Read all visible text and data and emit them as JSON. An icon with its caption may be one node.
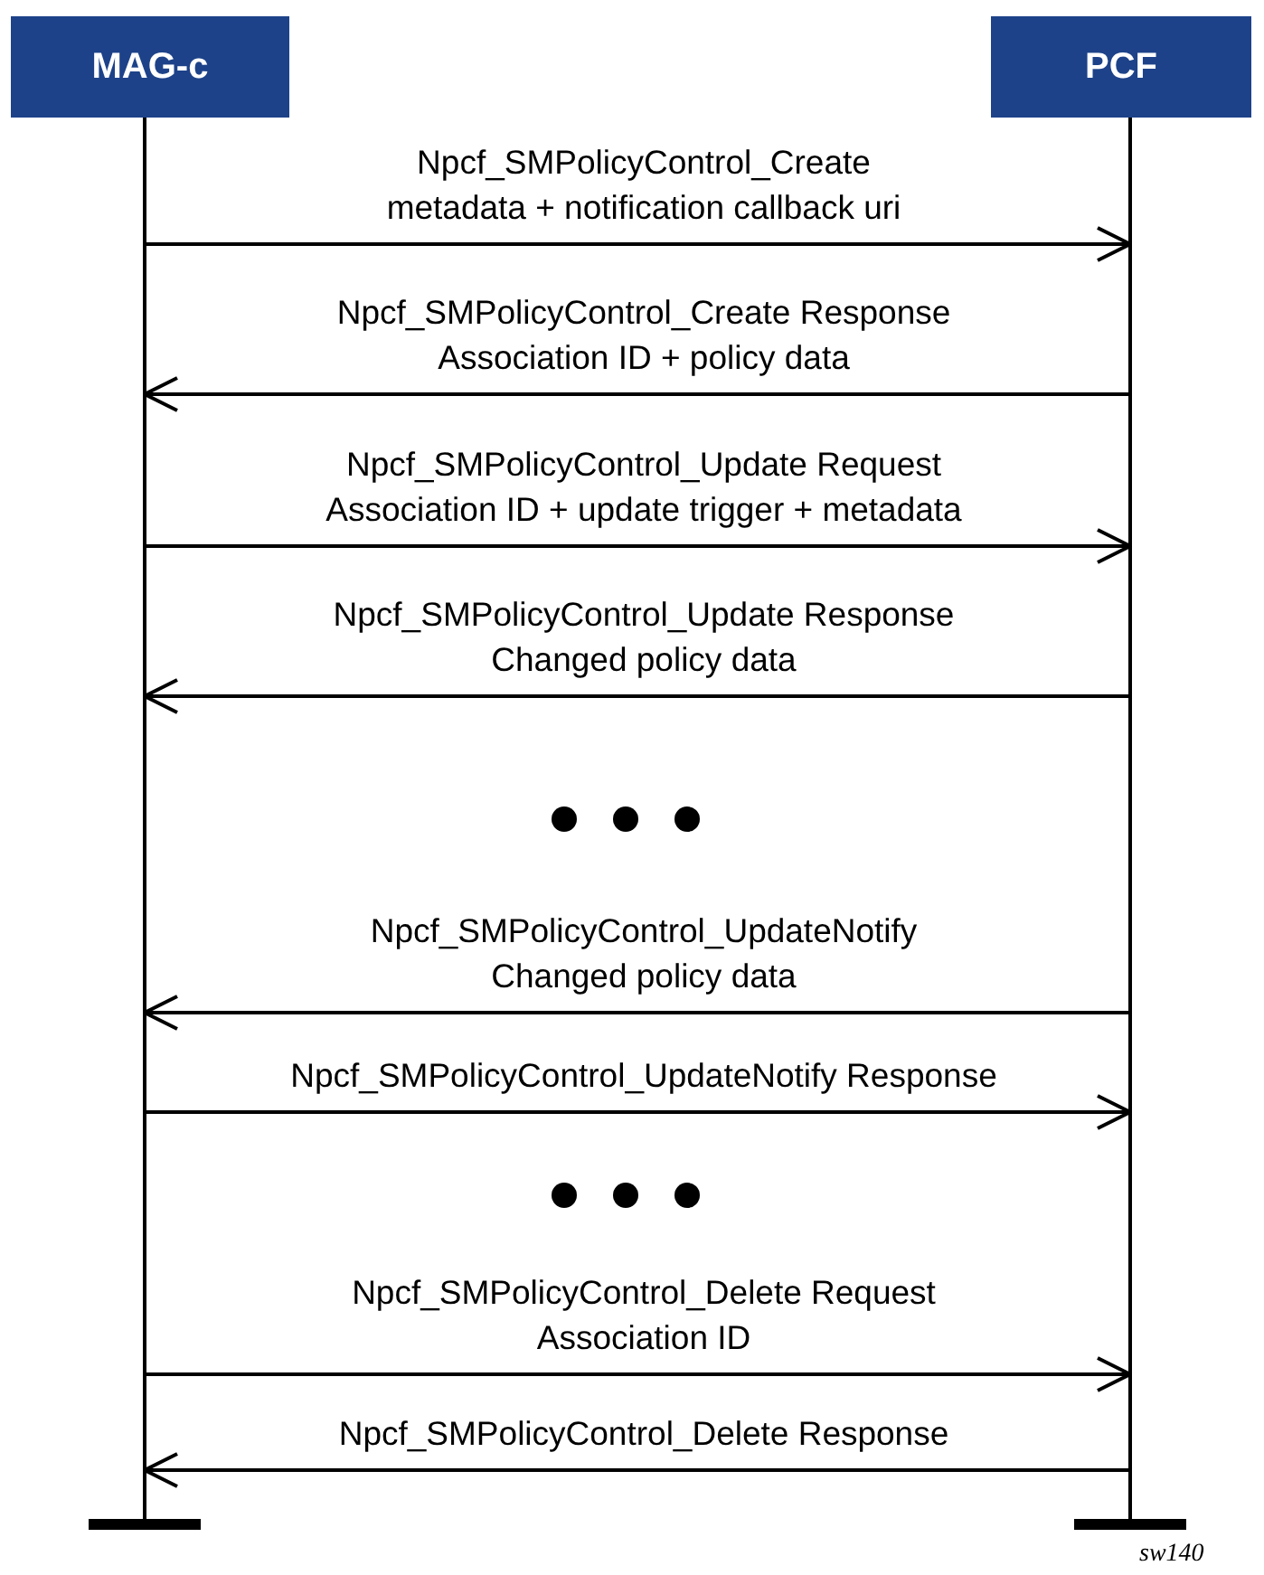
{
  "diagram": {
    "nodes": [
      {
        "text": [
          "MAG-c"
        ]
      },
      {
        "text": [
          "PCF"
        ]
      }
    ],
    "edges": [
      {
        "from": 0,
        "to": 1,
        "arrow": "to",
        "label": "Npcf_SMPolicyControl_Create metadata + notification callback uri"
      },
      {
        "from": 1,
        "to": 0,
        "arrow": "to",
        "label": "Npcf_SMPolicyControl_Create Response Association ID + policy data"
      },
      {
        "from": 0,
        "to": 1,
        "arrow": "to",
        "label": "Npcf_SMPolicyControl_Update Request Association ID + update trigger + metadata"
      },
      {
        "from": 1,
        "to": 0,
        "arrow": "to",
        "label": "Npcf_SMPolicyControl_Update Response Changed policy data"
      },
      {
        "from": 1,
        "to": 0,
        "arrow": "to",
        "label": "Npcf_SMPolicyControl_UpdateNotify Changed policy data"
      },
      {
        "from": 0,
        "to": 1,
        "arrow": "to",
        "label": "Npcf_SMPolicyControl_UpdateNotify Response"
      },
      {
        "from": 0,
        "to": 1,
        "arrow": "to",
        "label": "Npcf_SMPolicyControl_Delete Request Association ID"
      },
      {
        "from": 1,
        "to": 0,
        "arrow": "to",
        "label": "Npcf_SMPolicyControl_Delete Response"
      }
    ],
    "labels": [
      "sw140"
    ]
  }
}
